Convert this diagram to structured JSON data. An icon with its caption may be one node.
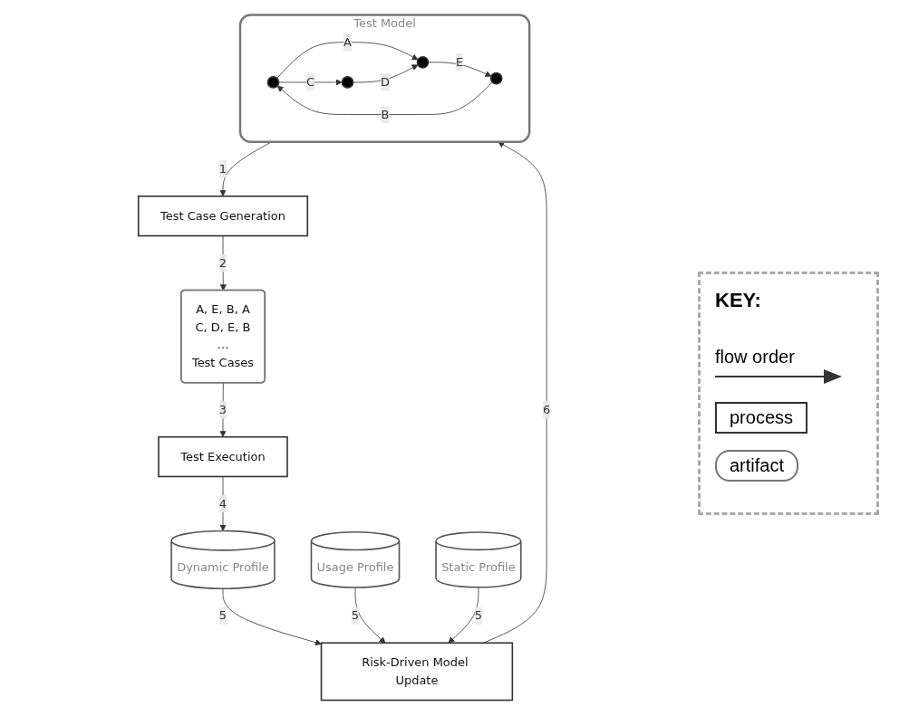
{
  "diagram": {
    "nodes": [
      {
        "text": [
          "Test Model"
        ]
      },
      {
        "text": [],
        "shape": "circle",
        "in": 0
      },
      {
        "text": [],
        "shape": "circle",
        "in": 0
      },
      {
        "text": [],
        "shape": "circle",
        "in": 0
      },
      {
        "text": [],
        "shape": "circle",
        "in": 0
      },
      {
        "text": [
          "Test Case Generation"
        ]
      },
      {
        "text": [
          "A, E, B, A",
          "C, D, E, B",
          "…",
          "Test Cases"
        ]
      },
      {
        "text": [
          "Test Execution"
        ]
      },
      {
        "text": [
          "Dynamic Profile"
        ]
      },
      {
        "text": [
          "Risk-Driven Model Update"
        ]
      },
      {
        "text": [
          "Usage Profile"
        ]
      },
      {
        "text": [
          "Static Profile"
        ]
      }
    ],
    "edges": [
      {
        "from": 1,
        "to": 3,
        "arrow": "to",
        "label": "A"
      },
      {
        "from": 4,
        "to": 1,
        "arrow": "to",
        "label": "B"
      },
      {
        "from": 1,
        "to": 2,
        "arrow": "to",
        "label": "C"
      },
      {
        "from": 2,
        "to": 3,
        "arrow": "to",
        "label": "D"
      },
      {
        "from": 3,
        "to": 4,
        "arrow": "to",
        "label": "E"
      },
      {
        "from": 0,
        "to": 5,
        "arrow": "to",
        "label": "1"
      },
      {
        "from": 5,
        "to": 6,
        "arrow": "to",
        "label": "2"
      },
      {
        "from": 6,
        "to": 7,
        "arrow": "to",
        "label": "3"
      },
      {
        "from": 7,
        "to": 8,
        "arrow": "to",
        "label": "4"
      },
      {
        "from": 8,
        "to": 9,
        "arrow": "to",
        "label": "5"
      },
      {
        "from": 10,
        "to": 9,
        "arrow": "to",
        "label": "5"
      },
      {
        "from": 11,
        "to": 9,
        "arrow": "to",
        "label": "5"
      },
      {
        "from": 9,
        "to": 0,
        "arrow": "to",
        "label": "6"
      }
    ],
    "labels": [
      "KEY:"
    ],
    "legend": [
      {
        "text": "flow order"
      },
      {
        "text": "process"
      },
      {
        "text": "artifact"
      }
    ]
  }
}
